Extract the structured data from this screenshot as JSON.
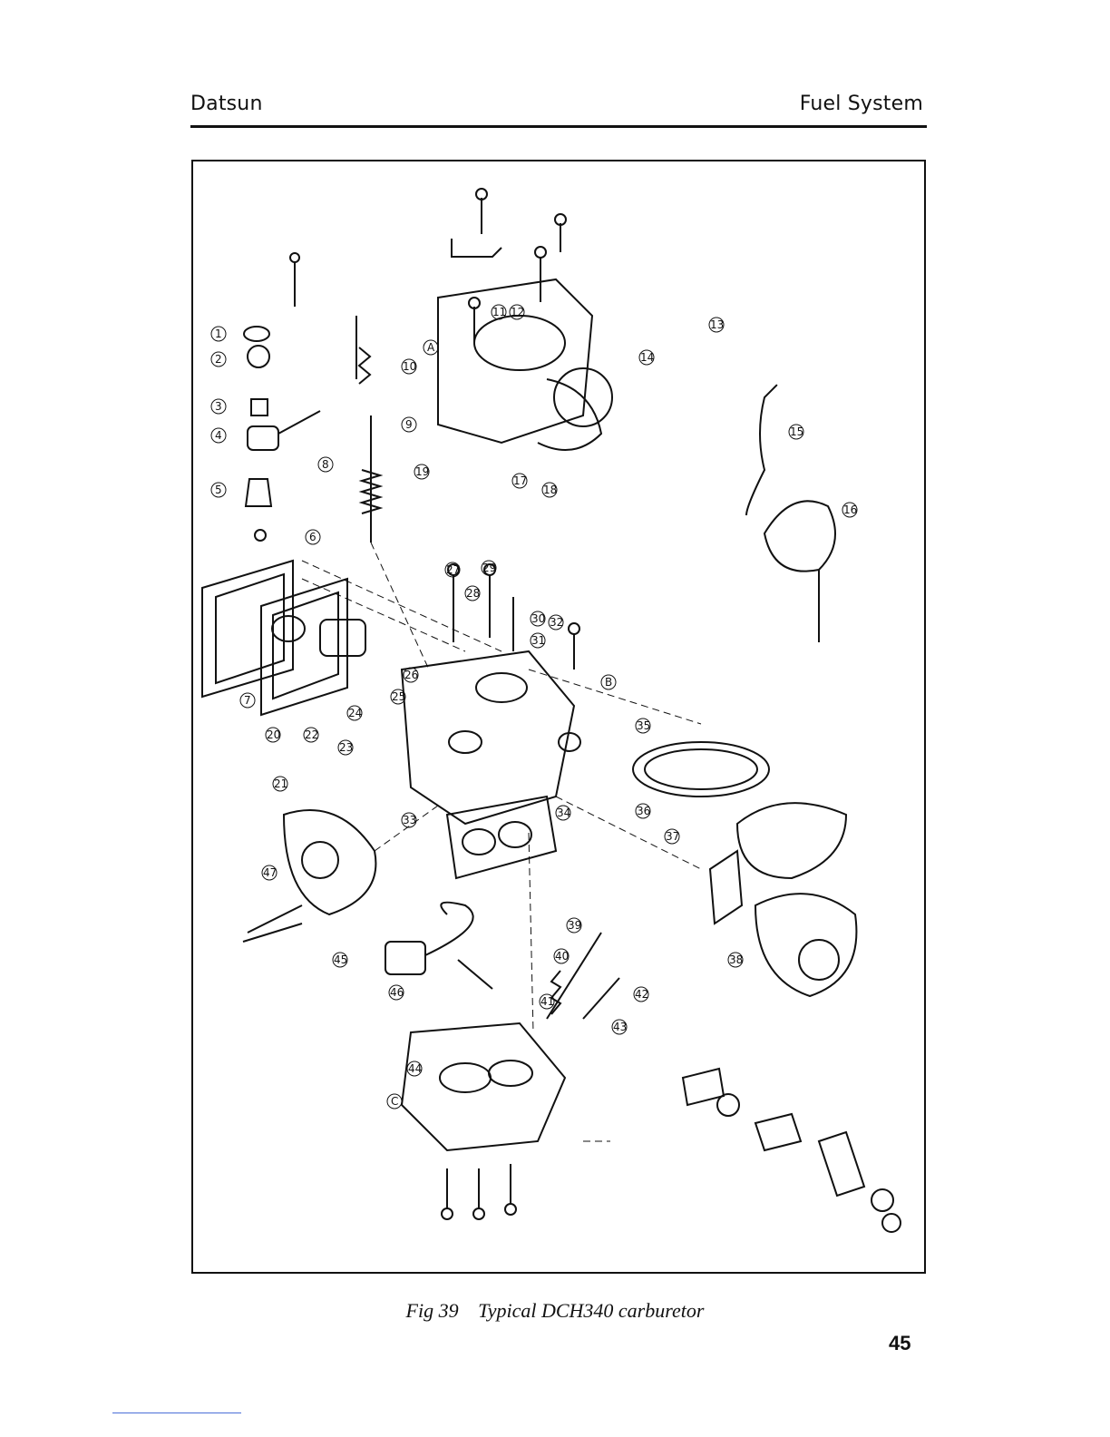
{
  "header": {
    "left": "Datsun",
    "right": "Fuel System"
  },
  "figure": {
    "caption_prefix": "Fig 39",
    "caption_title": "Typical DCH340 carburetor",
    "callouts": [
      "1",
      "2",
      "3",
      "4",
      "5",
      "6",
      "7",
      "8",
      "9",
      "10",
      "11",
      "12",
      "13",
      "14",
      "15",
      "16",
      "17",
      "18",
      "19",
      "20",
      "21",
      "22",
      "23",
      "24",
      "25",
      "26",
      "27",
      "28",
      "29",
      "30",
      "31",
      "32",
      "33",
      "34",
      "35",
      "36",
      "37",
      "38",
      "39",
      "40",
      "41",
      "42",
      "43",
      "44",
      "45",
      "46",
      "47",
      "A",
      "B",
      "C"
    ]
  },
  "page_number": "45"
}
